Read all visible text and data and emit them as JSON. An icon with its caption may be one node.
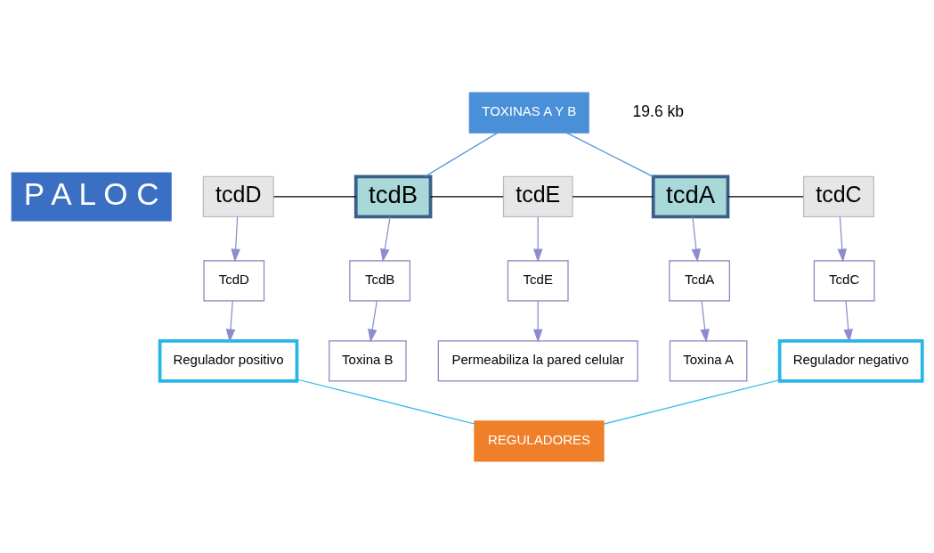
{
  "diagram": {
    "nodes": [
      {
        "text": [
          "P A L O C"
        ]
      },
      {
        "text": [
          "TOXINAS A Y B"
        ]
      },
      {
        "text": [
          "tcdD"
        ]
      },
      {
        "text": [
          "tcdB"
        ]
      },
      {
        "text": [
          "tcdE"
        ]
      },
      {
        "text": [
          "tcdA"
        ]
      },
      {
        "text": [
          "tcdC"
        ]
      },
      {
        "text": [
          "TcdD"
        ]
      },
      {
        "text": [
          "TcdB"
        ]
      },
      {
        "text": [
          "TcdE"
        ]
      },
      {
        "text": [
          "TcdA"
        ]
      },
      {
        "text": [
          "TcdC"
        ]
      },
      {
        "text": [
          "Regulador positivo"
        ]
      },
      {
        "text": [
          "Toxina B"
        ]
      },
      {
        "text": [
          "Permeabiliza la pared celular"
        ]
      },
      {
        "text": [
          "Toxina A"
        ]
      },
      {
        "text": [
          "Regulador negativo"
        ]
      },
      {
        "text": [
          "REGULADORES"
        ]
      }
    ],
    "edges": [
      {
        "from": 2,
        "to": 3,
        "arrow": "none",
        "color": "#000000"
      },
      {
        "from": 3,
        "to": 4,
        "arrow": "none",
        "color": "#000000"
      },
      {
        "from": 4,
        "to": 5,
        "arrow": "none",
        "color": "#000000"
      },
      {
        "from": 5,
        "to": 6,
        "arrow": "none",
        "color": "#000000"
      },
      {
        "from": 1,
        "to": 3,
        "arrow": "none",
        "color": "#4a90d9"
      },
      {
        "from": 1,
        "to": 5,
        "arrow": "none",
        "color": "#4a90d9"
      },
      {
        "from": 2,
        "to": 7,
        "arrow": "to"
      },
      {
        "from": 3,
        "to": 8,
        "arrow": "to"
      },
      {
        "from": 4,
        "to": 9,
        "arrow": "to"
      },
      {
        "from": 5,
        "to": 10,
        "arrow": "to"
      },
      {
        "from": 6,
        "to": 11,
        "arrow": "to"
      },
      {
        "from": 7,
        "to": 12,
        "arrow": "to"
      },
      {
        "from": 8,
        "to": 13,
        "arrow": "to"
      },
      {
        "from": 9,
        "to": 14,
        "arrow": "to"
      },
      {
        "from": 10,
        "to": 15,
        "arrow": "to"
      },
      {
        "from": 11,
        "to": 16,
        "arrow": "to"
      },
      {
        "from": 12,
        "to": 17,
        "arrow": "none",
        "color": "#29b6e6"
      },
      {
        "from": 16,
        "to": 17,
        "arrow": "none",
        "color": "#29b6e6"
      }
    ],
    "labels": [
      "19.6 kb"
    ]
  }
}
